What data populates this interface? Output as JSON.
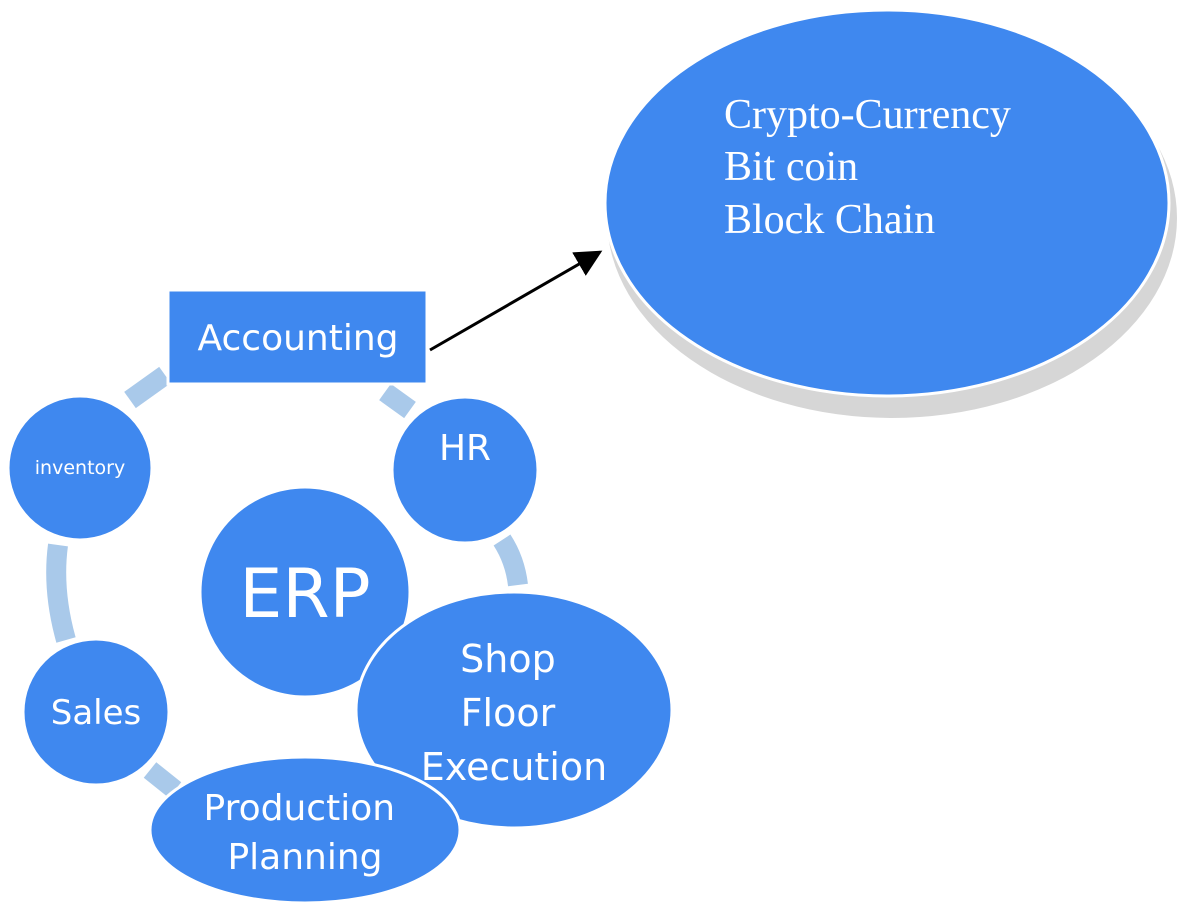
{
  "colors": {
    "node_fill": "#3f88ef",
    "node_outline": "#ffffff",
    "ring": "#a9c9ea",
    "shadow": "#d6d6d6",
    "arrow": "#000000"
  },
  "diagram": {
    "center": {
      "label": "ERP"
    },
    "modules": [
      {
        "id": "accounting",
        "label": "Accounting"
      },
      {
        "id": "hr",
        "label": "HR"
      },
      {
        "id": "shop-floor",
        "lines": [
          "Shop",
          "Floor",
          "Execution"
        ]
      },
      {
        "id": "production",
        "lines": [
          "Production",
          "Planning"
        ]
      },
      {
        "id": "sales",
        "label": "Sales"
      },
      {
        "id": "inventory",
        "label": "inventory"
      }
    ],
    "callout": {
      "lines": [
        "Crypto-Currency",
        "Bit coin",
        "Block Chain"
      ]
    }
  }
}
